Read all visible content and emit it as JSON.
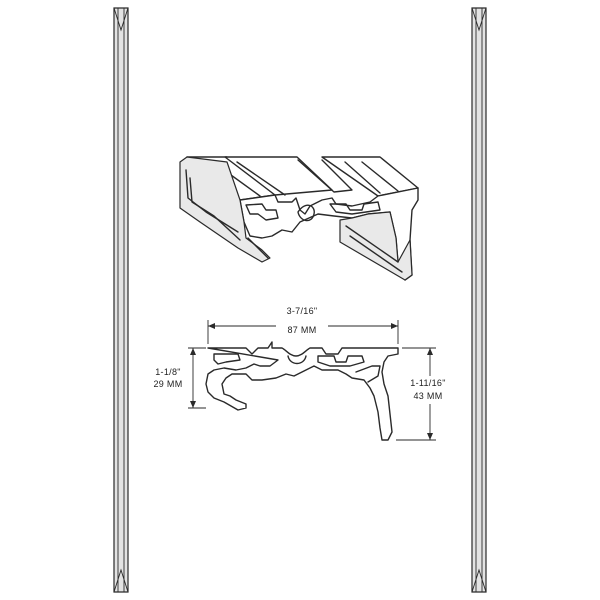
{
  "dimensions": {
    "width_imperial": "3-7/16\"",
    "width_metric": "87 MM",
    "left_height_imperial": "1-1/8\"",
    "left_height_metric": "29 MM",
    "right_height_imperial": "1-11/16\"",
    "right_height_metric": "43 MM"
  },
  "colors": {
    "line": "#2a2a2a",
    "background": "#ffffff",
    "frame_shade": "#e3e3e3"
  }
}
